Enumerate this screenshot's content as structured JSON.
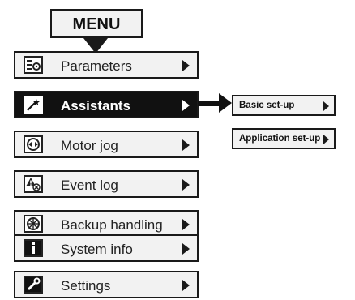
{
  "menu": {
    "title": "MENU"
  },
  "items": [
    {
      "label": "Parameters",
      "icon": "parameters-icon"
    },
    {
      "label": "Assistants",
      "icon": "wand-icon",
      "active": true
    },
    {
      "label": "Motor jog",
      "icon": "motor-jog-icon"
    },
    {
      "label": "Event log",
      "icon": "event-log-icon"
    },
    {
      "label": "Backup handling",
      "icon": "backup-icon"
    },
    {
      "label": "System info",
      "icon": "info-icon"
    },
    {
      "label": "Settings",
      "icon": "wrench-icon"
    }
  ],
  "submenu": [
    {
      "label": "Basic set-up"
    },
    {
      "label": "Application set-up"
    }
  ],
  "colors": {
    "active_bg": "#111111",
    "item_bg": "#f2f2f2",
    "border": "#1a1a1a"
  }
}
